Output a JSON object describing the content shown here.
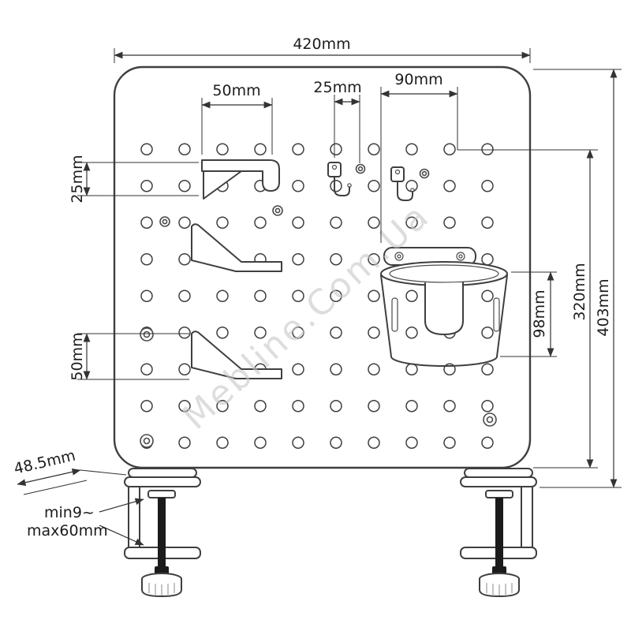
{
  "diagram": {
    "watermark": "Mebline.Com.Ua",
    "labels": {
      "width_total": "420mm",
      "headphone_hook_width": "50mm",
      "small_hook_offset": "25mm",
      "cup_holder_width": "90mm",
      "hook_height": "25mm",
      "shelf_height": "50mm",
      "cup_height": "98mm",
      "panel_height": "320mm",
      "total_height": "403mm",
      "clamp_depth": "48.5mm",
      "clamp_range_min": "min9~",
      "clamp_range_max": "max60mm"
    },
    "colors": {
      "line": "#3a3a3a",
      "screw": "#1b1b1b",
      "watermark": "#c8c8c8"
    }
  }
}
